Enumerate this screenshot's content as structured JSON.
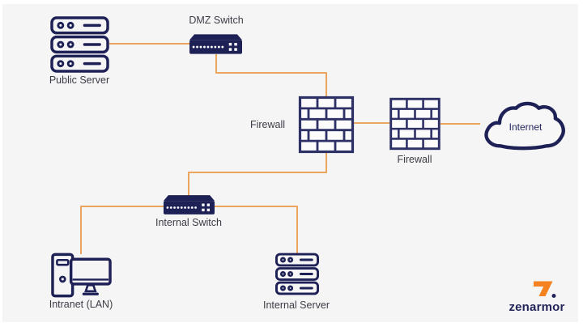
{
  "diagram": {
    "type": "network-topology",
    "nodes": [
      {
        "id": "public-server",
        "label": "Public Server",
        "icon": "server-icon"
      },
      {
        "id": "dmz-switch",
        "label": "DMZ Switch",
        "icon": "switch-icon"
      },
      {
        "id": "firewall-inner",
        "label": "Firewall",
        "icon": "firewall-icon"
      },
      {
        "id": "firewall-outer",
        "label": "Firewall",
        "icon": "firewall-icon"
      },
      {
        "id": "internet",
        "label": "Internet",
        "icon": "cloud-icon"
      },
      {
        "id": "internal-switch",
        "label": "Internal Switch",
        "icon": "switch-icon"
      },
      {
        "id": "intranet-lan",
        "label": "Intranet (LAN)",
        "icon": "workstation-icon"
      },
      {
        "id": "internal-server",
        "label": "Internal Server",
        "icon": "server-icon"
      }
    ],
    "edges": [
      {
        "from": "public-server",
        "to": "dmz-switch"
      },
      {
        "from": "dmz-switch",
        "to": "firewall-inner"
      },
      {
        "from": "firewall-inner",
        "to": "firewall-outer"
      },
      {
        "from": "firewall-outer",
        "to": "internet"
      },
      {
        "from": "firewall-inner",
        "to": "internal-switch"
      },
      {
        "from": "internal-switch",
        "to": "intranet-lan"
      },
      {
        "from": "internal-switch",
        "to": "internal-server"
      }
    ],
    "colors": {
      "connector": "#ECA55C",
      "icon_navy": "#1E2156",
      "firewall_line": "#2E3166",
      "brick_fill": "#FBFBFC",
      "label_text": "#3C3C45",
      "background": "#F5F5F6",
      "frame": "#FFFFFF",
      "brand_orange": "#F58220",
      "brand_navy": "#232558"
    }
  },
  "branding": {
    "logo_text": "zenarmor",
    "logo_mark": "zenarmor-mark-icon"
  }
}
